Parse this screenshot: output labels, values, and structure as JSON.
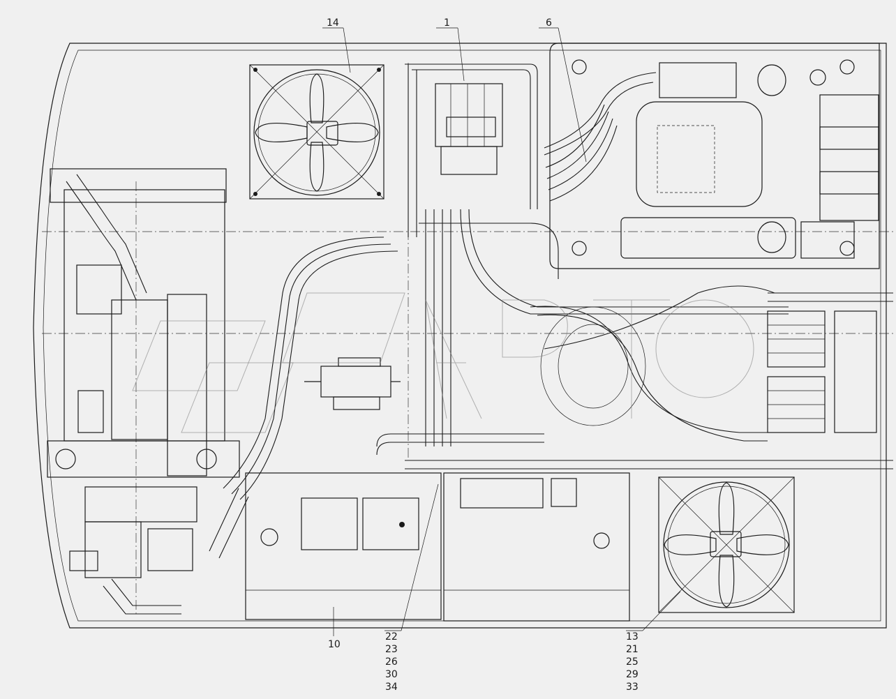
{
  "drawing": {
    "background_color": "#f0f0f0",
    "line_color": "#1a1a1a",
    "callouts": {
      "c14": "14",
      "c1": "1",
      "c6": "6",
      "c10": "10",
      "group_left": [
        "22",
        "23",
        "26",
        "30",
        "34"
      ],
      "group_right": [
        "13",
        "21",
        "25",
        "29",
        "33"
      ]
    }
  }
}
